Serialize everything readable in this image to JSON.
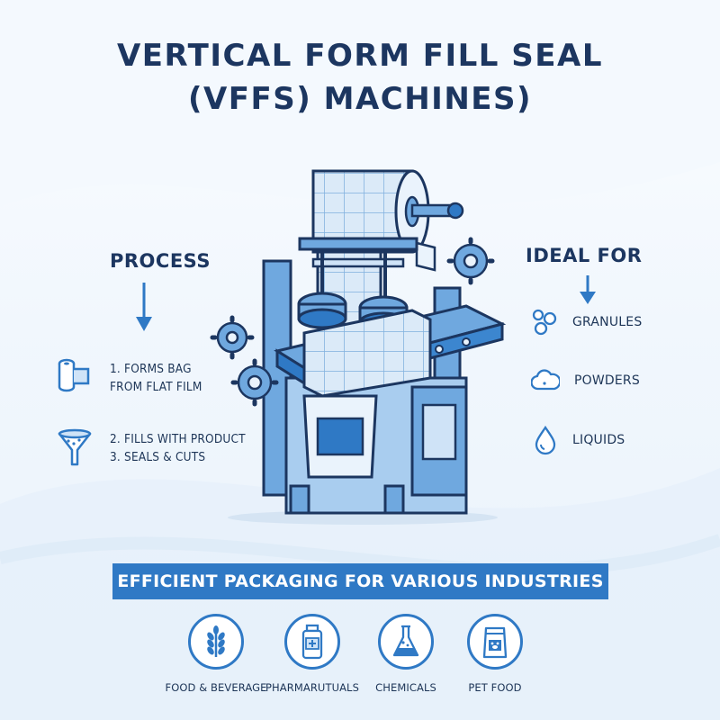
{
  "title": {
    "line1": "VERTICAL FORM FILL SEAL",
    "line2": "(VFFS) MACHINES)"
  },
  "process": {
    "heading": "PROCESS",
    "steps": [
      {
        "icon": "film-roll-icon",
        "lines": [
          "1. FORMS BAG",
          "FROM FLAT FILM"
        ]
      },
      {
        "icon": "funnel-icon",
        "lines": [
          "2. FILLS WITH PRODUCT",
          "3. SEALS & CUTS"
        ]
      }
    ]
  },
  "ideal_for": {
    "heading": "IDEAL FOR",
    "items": [
      {
        "icon": "granules-icon",
        "label": "GRANULES"
      },
      {
        "icon": "powder-cloud-icon",
        "label": "POWDERS"
      },
      {
        "icon": "droplet-icon",
        "label": "LIQUIDS"
      }
    ]
  },
  "banner": "EFFICIENT PACKAGING FOR VARIOUS INDUSTRIES",
  "industries": [
    {
      "icon": "wheat-icon",
      "label": "FOOD & BEVERAGE"
    },
    {
      "icon": "medicine-bottle-icon",
      "label": "PHARMARUTUALS"
    },
    {
      "icon": "flask-icon",
      "label": "CHEMICALS"
    },
    {
      "icon": "pet-food-bag-icon",
      "label": "PET FOOD"
    }
  ],
  "colors": {
    "accent": "#2f79c5",
    "dark": "#1c3660",
    "light_blue": "#cfe3f7"
  }
}
